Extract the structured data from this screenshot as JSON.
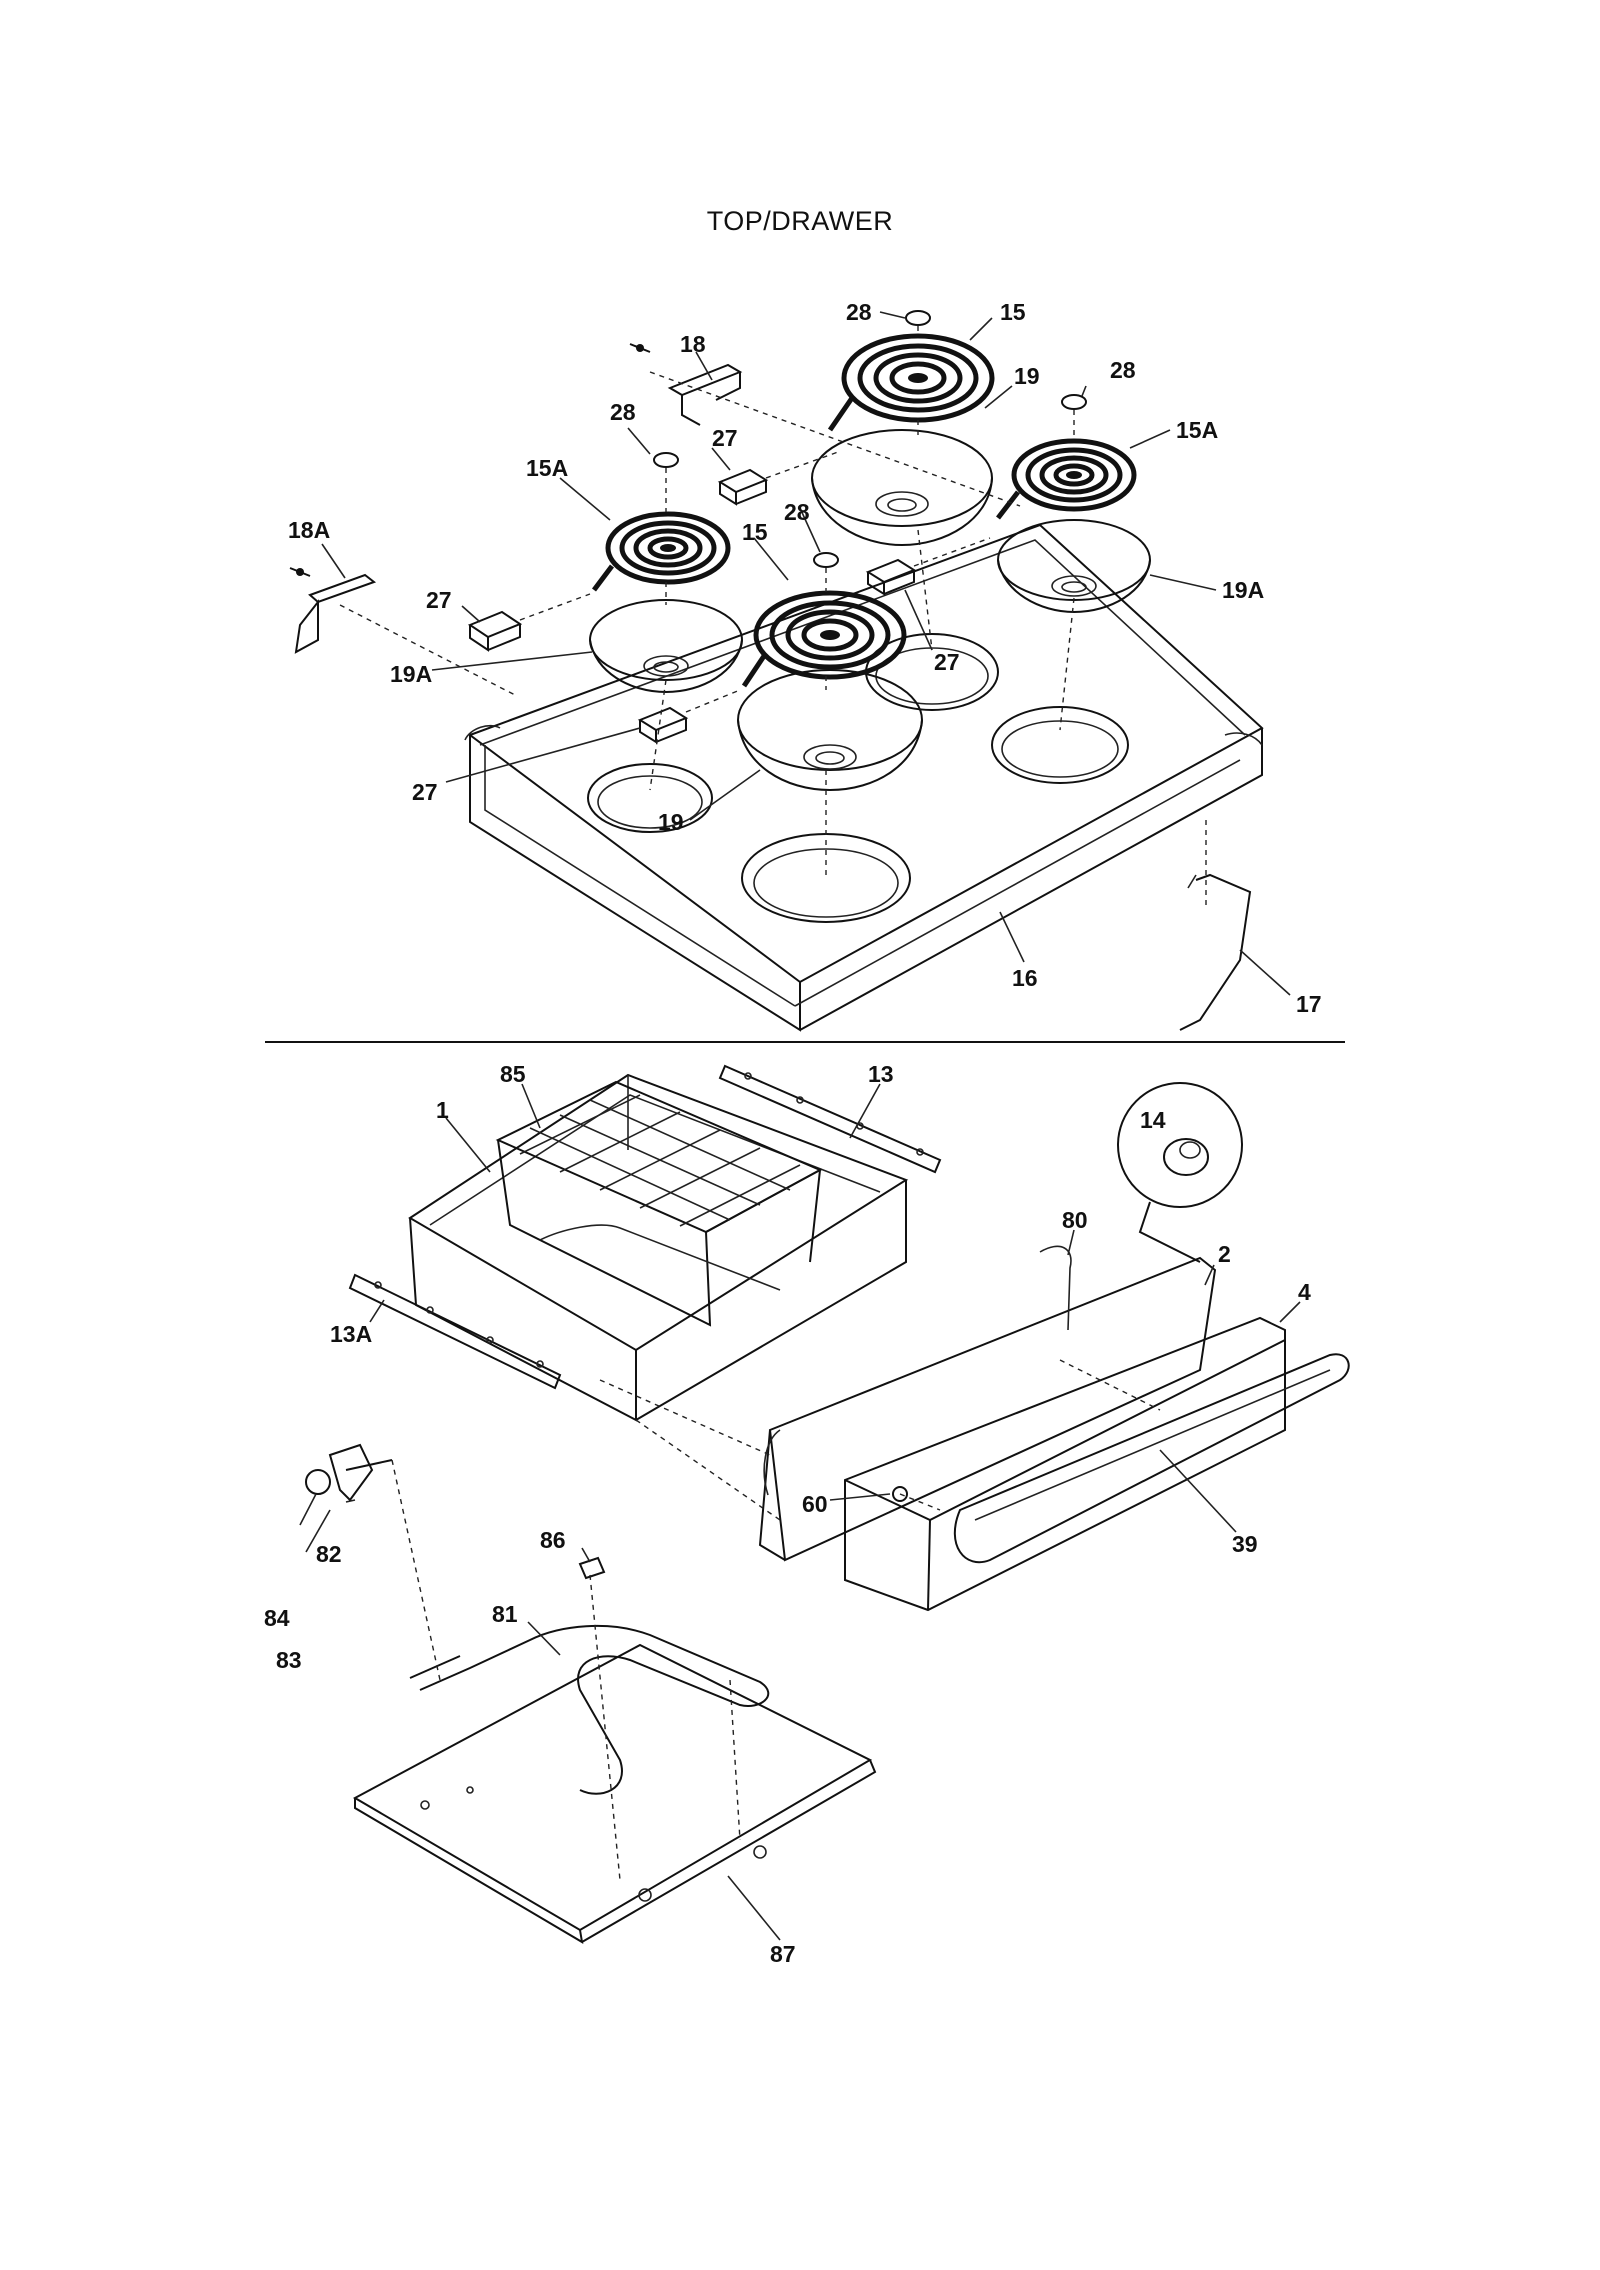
{
  "title": "TOP/DRAWER",
  "callouts": [
    {
      "id": "c-28a",
      "text": "28"
    },
    {
      "id": "c-15a",
      "text": "15"
    },
    {
      "id": "c-18",
      "text": "18"
    },
    {
      "id": "c-19a",
      "text": "19"
    },
    {
      "id": "c-28b",
      "text": "28"
    },
    {
      "id": "c-28c",
      "text": "28"
    },
    {
      "id": "c-27a",
      "text": "27"
    },
    {
      "id": "c-15A-a",
      "text": "15A"
    },
    {
      "id": "c-15A-b",
      "text": "15A"
    },
    {
      "id": "c-28d",
      "text": "28"
    },
    {
      "id": "c-15b",
      "text": "15"
    },
    {
      "id": "c-18A",
      "text": "18A"
    },
    {
      "id": "c-27b",
      "text": "27"
    },
    {
      "id": "c-19A-a",
      "text": "19A"
    },
    {
      "id": "c-19A-b",
      "text": "19A"
    },
    {
      "id": "c-27c",
      "text": "27"
    },
    {
      "id": "c-27d",
      "text": "27"
    },
    {
      "id": "c-19b",
      "text": "19"
    },
    {
      "id": "c-16",
      "text": "16"
    },
    {
      "id": "c-17",
      "text": "17"
    },
    {
      "id": "c-85",
      "text": "85"
    },
    {
      "id": "c-13",
      "text": "13"
    },
    {
      "id": "c-1",
      "text": "1"
    },
    {
      "id": "c-14",
      "text": "14"
    },
    {
      "id": "c-80",
      "text": "80"
    },
    {
      "id": "c-2",
      "text": "2"
    },
    {
      "id": "c-4",
      "text": "4"
    },
    {
      "id": "c-13A",
      "text": "13A"
    },
    {
      "id": "c-60",
      "text": "60"
    },
    {
      "id": "c-39",
      "text": "39"
    },
    {
      "id": "c-86",
      "text": "86"
    },
    {
      "id": "c-82",
      "text": "82"
    },
    {
      "id": "c-81",
      "text": "81"
    },
    {
      "id": "c-84",
      "text": "84"
    },
    {
      "id": "c-83",
      "text": "83"
    },
    {
      "id": "c-87",
      "text": "87"
    }
  ]
}
